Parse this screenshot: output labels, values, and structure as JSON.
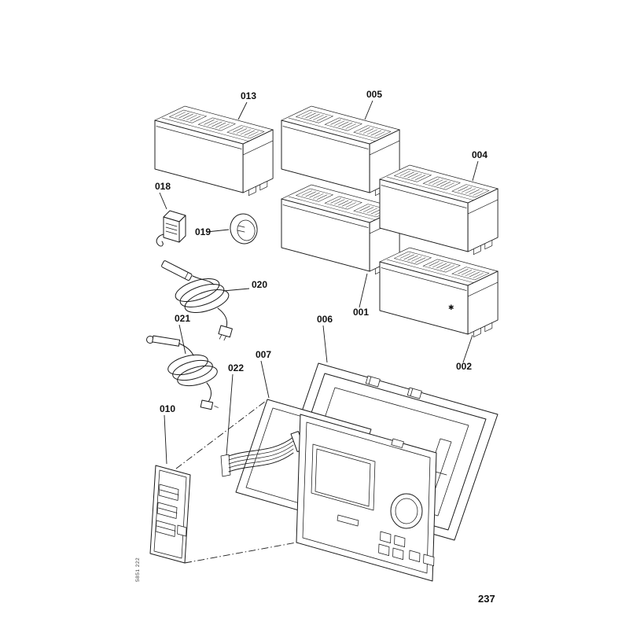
{
  "diagram": {
    "type": "exploded-parts-diagram",
    "colors": {
      "background": "#ffffff",
      "line": "#1a1a1a"
    },
    "labels": {
      "p001": "001",
      "p002": "002",
      "p004": "004",
      "p005": "005",
      "p006": "006",
      "p007": "007",
      "p010": "010",
      "p013": "013",
      "p018": "018",
      "p019": "019",
      "p020": "020",
      "p021": "021",
      "p022": "022"
    },
    "symbols": {
      "frost_mark": "✱"
    },
    "footer": {
      "page_number": "237",
      "doc_number": "5851 222"
    }
  }
}
